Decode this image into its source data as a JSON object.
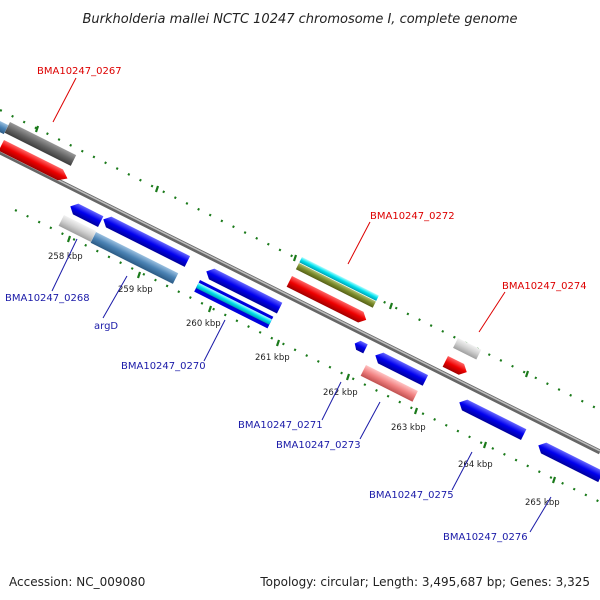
{
  "title": "Burkholderia mallei NCTC 10247 chromosome I, complete genome",
  "footer": {
    "accession": "Accession: NC_009080",
    "info": "Topology: circular; Length: 3,495,687 bp; Genes: 3,325"
  },
  "scale_labels": [
    "258 kbp",
    "259 kbp",
    "260 kbp",
    "261 kbp",
    "262 kbp",
    "263 kbp",
    "264 kbp",
    "265 kbp"
  ],
  "gene_labels": {
    "forward": [
      "BMA10247_0267",
      "BMA10247_0272",
      "BMA10247_0274"
    ],
    "reverse": [
      "BMA10247_0268",
      "argD",
      "BMA10247_0270",
      "BMA10247_0271",
      "BMA10247_0273",
      "BMA10247_0275",
      "BMA10247_0276"
    ]
  },
  "colors": {
    "forward_label": "#dd0000",
    "reverse_label": "#1a1aa8",
    "backbone": "#888888",
    "tick": "#1a7a1a"
  }
}
